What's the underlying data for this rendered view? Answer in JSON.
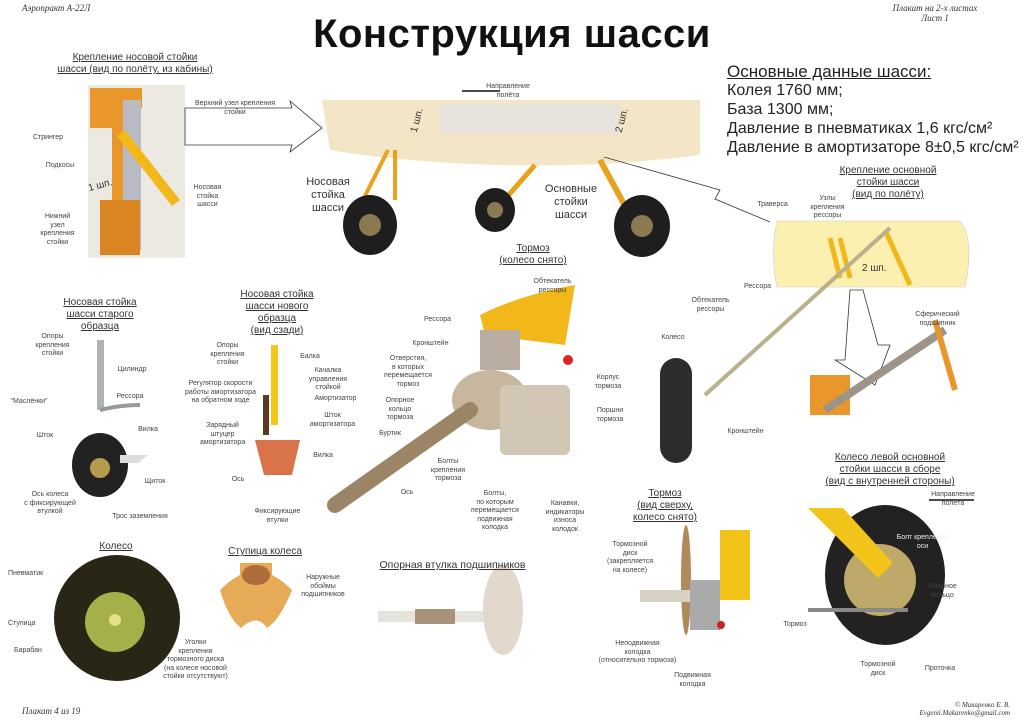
{
  "header": {
    "left": "Аэропракт А-22Л",
    "right_line1": "Плакат на 2-х листах",
    "right_line2": "Лист 1",
    "title": "Конструкция шасси"
  },
  "specs": {
    "heading": "Основные данные шасси:",
    "lines": [
      "Колея 1760 мм;",
      "База 1300 мм;",
      "Давление в пневматиках 1,6 кгс/см²",
      "Давление в амортизаторе 8±0,5 кгс/см²"
    ]
  },
  "nose_mount": {
    "title": "Крепление носовой стойки\nшасси (вид по полёту, из кабины)",
    "labels": [
      "Верхний узел крепления\nстойки",
      "Стрингер",
      "Подкосы",
      "1 шп.",
      "Носовая\nстойка\nшасси",
      "Нижний\nузел\nкрепления\nстойки"
    ]
  },
  "airplane": {
    "direction": "Направление\nполёта",
    "frame1": "1 шп.",
    "frame2": "2 шп.",
    "nose_label": "Носовая\nстойка\nшасси",
    "main_label": "Основные\nстойки\nшасси"
  },
  "old_nose": {
    "title": "Носовая стойка\nшасси старого\nобразца",
    "labels": [
      "Опоры\nкрепления\nстойки",
      "Цилиндр",
      "\"Маслёнки\"",
      "Рессора",
      "Шток",
      "Вилка",
      "Щиток",
      "Ось колеса\nс фиксирующей\nвтулкой",
      "Трос заземления"
    ]
  },
  "new_nose": {
    "title": "Носовая стойка\nшасси нового\nобразца\n(вид сзади)",
    "labels": [
      "Опоры\nкрепления\nстойки",
      "Балка",
      "Качалка\nуправления\nстойкой",
      "Регулятор скорости\nработы амортизатора\nна обратном ходе",
      "Амортизатор",
      "Шток\nамортизатора",
      "Зарядный\nштуцер\nамортизатора",
      "Вилка",
      "Ось",
      "Фиксирующие\nвтулки"
    ]
  },
  "brake": {
    "title": "Тормоз\n(колесо снято)",
    "labels": [
      "Обтекатель\nрессоры",
      "Рессора",
      "Кронштейн",
      "Отверстия,\nв которых\nперемещается\nтормоз",
      "Опорное\nкольцо\nтормоза",
      "Буртик",
      "Ось",
      "Болты\nкрепления\nтормоза",
      "Болты,\nпо которым\nперемещается\nподвижная\nколодка",
      "Канавки,\nиндикаторы\nизноса\nколодок",
      "Корпус\nтормоза",
      "Поршни\nтормоза"
    ]
  },
  "main_mount": {
    "title": "Крепление основной\nстойки шасси\n(вид по полёту)",
    "labels": [
      "Траверса",
      "Узлы\nкрепления\nрессоры",
      "2 шп.",
      "Рессора",
      "Обтекатель\nрессоры",
      "Колесо",
      "Кронштейн",
      "Сферический\nподшипник"
    ]
  },
  "main_wheel": {
    "title": "Колесо левой основной\nстойки шасси в сборе\n(вид с внутренней стороны)",
    "labels": [
      "Направление\nполёта",
      "Болт крепления\nоси",
      "Опорное\nкольцо",
      "Тормоз",
      "Тормозной\nдиск",
      "Проточка"
    ]
  },
  "brake_top": {
    "title": "Тормоз\n(вид сверху,\nколесо снято)",
    "labels": [
      "Тормозной\nдиск\n(закрепляется\nна колесе)",
      "Неподвижная\nколодка\n(относительно тормоза)",
      "Подвижная\nколодка"
    ]
  },
  "wheel": {
    "title": "Колесо",
    "labels": [
      "Пневматик",
      "Ступица",
      "Барабан",
      "Уголки\nкрепления\nтормозного диска\n(на колесе носовой\nстойки отсутствуют)"
    ]
  },
  "hub": {
    "title": "Ступица колеса",
    "labels": [
      "Наружные\nобоймы\nподшипников"
    ]
  },
  "bushing": {
    "title": "Опорная втулка подшипников"
  },
  "footer": {
    "left": "Плакат 4 из 19",
    "copyright": "© Макаренко Е. В.",
    "email": "Evgenii.Makarenko@gmail.com"
  },
  "colors": {
    "yellow": "#f2b81a",
    "orange": "#e9962a",
    "tire": "#1e1e1e",
    "fuselage": "#f3e6c6"
  }
}
